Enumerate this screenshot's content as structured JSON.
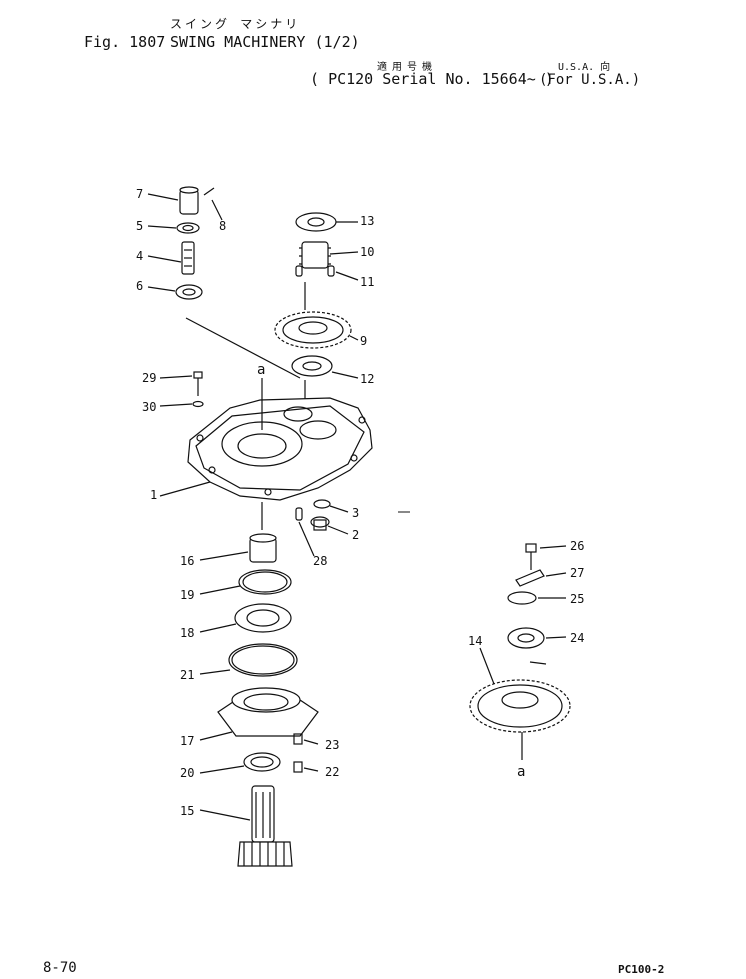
{
  "header": {
    "fig_no": "Fig. 1807",
    "title": "SWING MACHINERY (1/2)",
    "title_kana": "スイング マシナリ",
    "applicable_kana": "適用号機",
    "serial": "PC120 Serial No. 15664~",
    "market_kana": "U.S.A. 向",
    "market": "(For U.S.A.)"
  },
  "footer": {
    "page": "8-70",
    "code": "PC100-2"
  },
  "callouts": {
    "a1": "a",
    "a2": "a",
    "p1": "1",
    "p2": "2",
    "p3": "3",
    "p4": "4",
    "p5": "5",
    "p6": "6",
    "p7": "7",
    "p8": "8",
    "p9": "9",
    "p10": "10",
    "p11": "11",
    "p12": "12",
    "p13": "13",
    "p14": "14",
    "p15": "15",
    "p16": "16",
    "p17": "17",
    "p18": "18",
    "p19": "19",
    "p20": "20",
    "p21": "21",
    "p22": "22",
    "p23": "23",
    "p24": "24",
    "p25": "25",
    "p26": "26",
    "p27": "27",
    "p28": "28",
    "p29": "29",
    "p30": "30"
  }
}
